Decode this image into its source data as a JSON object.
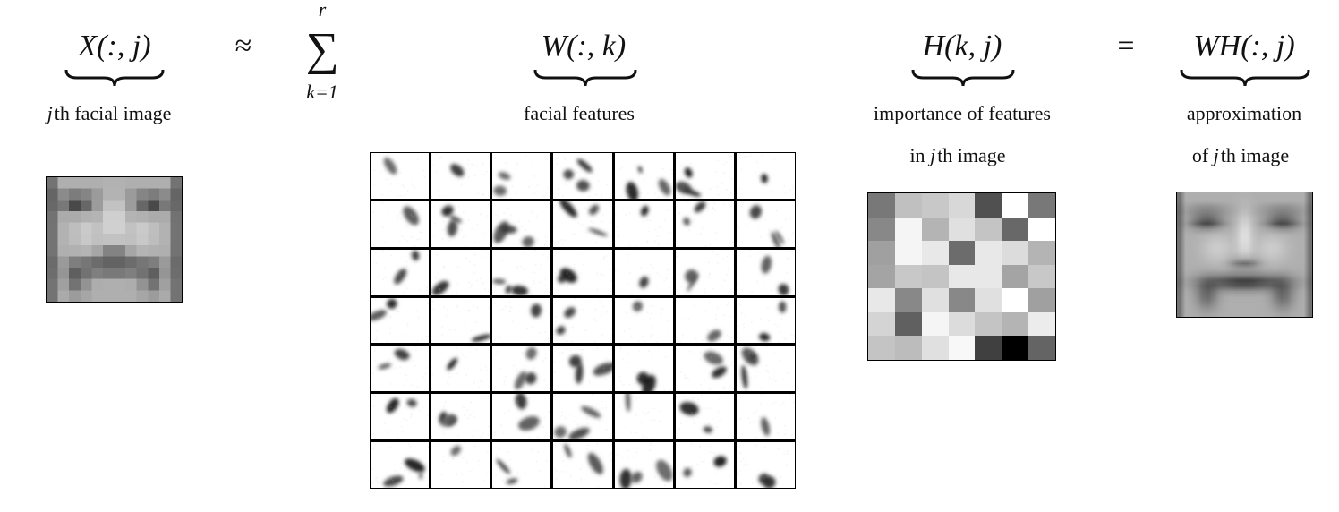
{
  "terms": {
    "x": {
      "expr": "X(:, j)",
      "label_var": "j",
      "label_rest": "th facial image"
    },
    "approx_symbol": "≈",
    "sum": {
      "symbol": "∑",
      "upper": "r",
      "lower": "k=1"
    },
    "w": {
      "expr": "W(:, k)",
      "label": "facial features"
    },
    "h": {
      "expr": "H(k, j)",
      "label_line1": "importance of features",
      "label_line2_prefix": "in ",
      "label_line2_var": "j",
      "label_line2_rest": "th image"
    },
    "equals_symbol": "=",
    "wh": {
      "expr": "WH(:, j)",
      "label_line1": "approximation",
      "label_line2_prefix": "of ",
      "label_line2_var": "j",
      "label_line2_rest": "th image"
    }
  },
  "h_matrix_gray": [
    [
      120,
      192,
      200,
      216,
      80,
      255,
      120
    ],
    [
      136,
      245,
      180,
      224,
      196,
      104,
      255
    ],
    [
      160,
      245,
      232,
      108,
      232,
      220,
      180
    ],
    [
      164,
      200,
      196,
      232,
      232,
      164,
      200
    ],
    [
      232,
      136,
      224,
      136,
      224,
      255,
      160
    ],
    [
      212,
      96,
      245,
      220,
      196,
      180,
      236
    ],
    [
      196,
      188,
      224,
      248,
      64,
      0,
      100
    ]
  ]
}
